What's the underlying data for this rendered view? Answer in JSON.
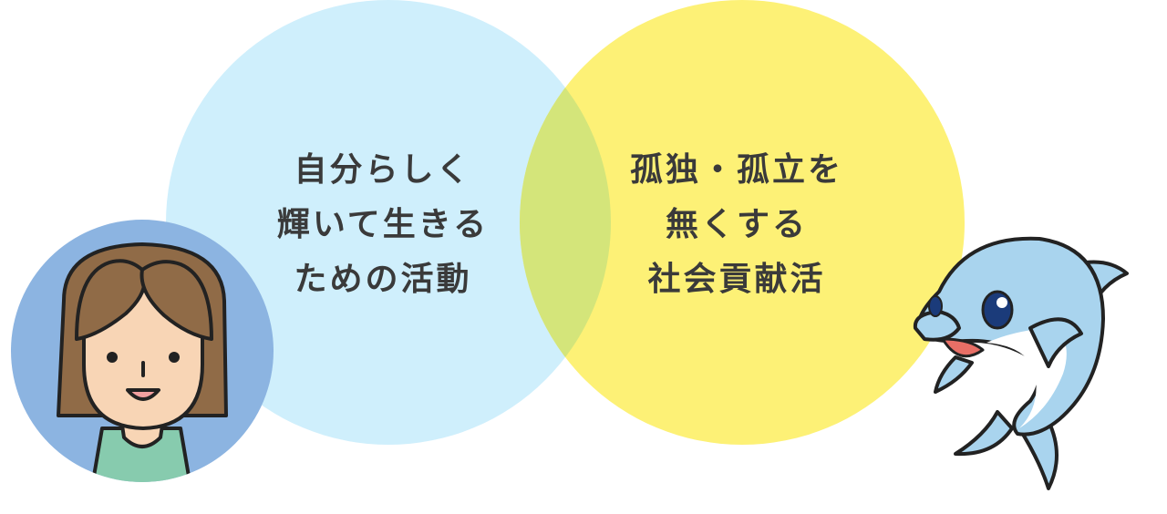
{
  "venn": {
    "left": {
      "lines": [
        "自分らしく",
        "輝いて生きる",
        "ための活動"
      ],
      "color": "#cfeffc"
    },
    "right": {
      "lines": [
        "孤独・孤立を",
        "無くする",
        "社会貢献活"
      ],
      "color": "#fdf176"
    },
    "overlap_color": "#d4e57a"
  },
  "icons": {
    "person": "woman-avatar-icon",
    "mascot": "dolphin-mascot-icon"
  },
  "colors": {
    "avatar_bg": "#8cb4e1",
    "hair": "#906b47",
    "skin": "#f8d5b5",
    "shirt": "#87cbae",
    "dolphin_body": "#a9d4ee",
    "dolphin_belly": "#ffffff",
    "text": "#3a3a3a"
  }
}
